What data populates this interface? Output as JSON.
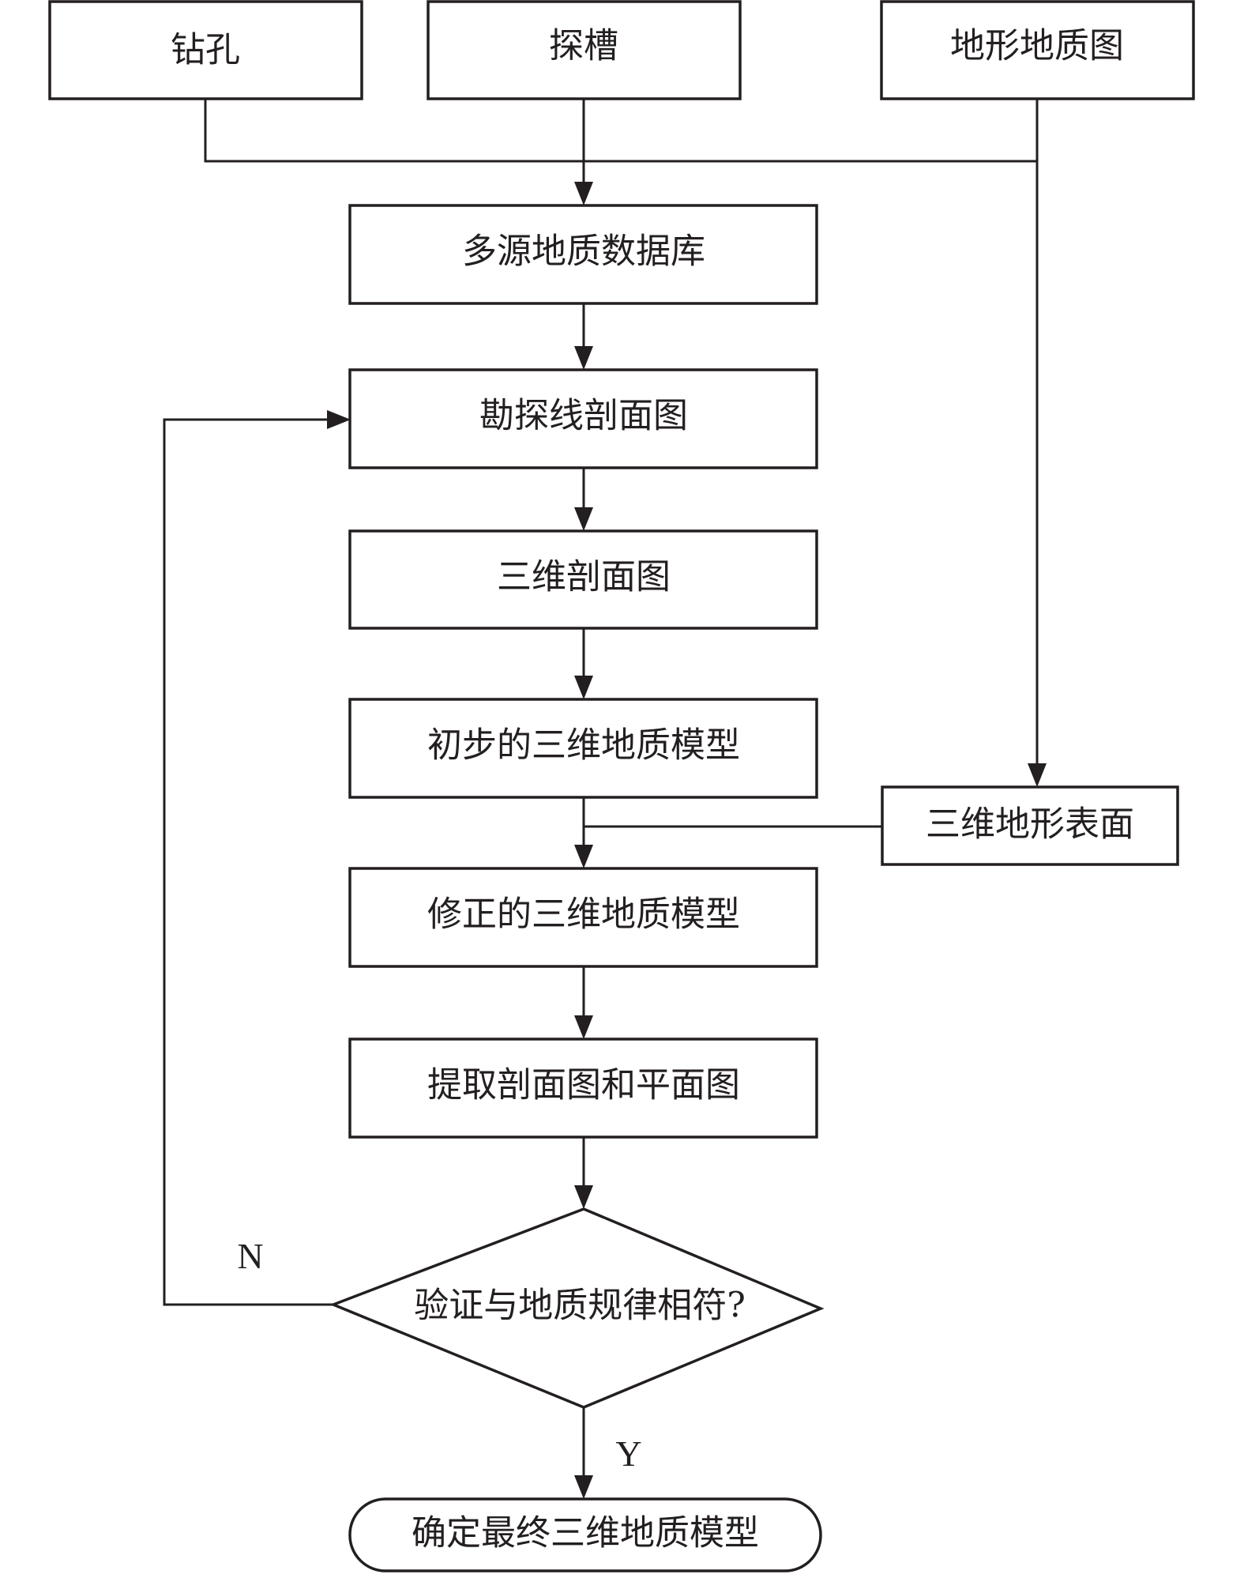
{
  "diagram": {
    "type": "flowchart",
    "nodes": {
      "drilling": "钻孔",
      "trench": "探槽",
      "topo_geo_map": "地形地质图",
      "multi_source_db": "多源地质数据库",
      "exploration_section": "勘探线剖面图",
      "section_3d": "三维剖面图",
      "initial_model": "初步的三维地质模型",
      "terrain_surface": "三维地形表面",
      "corrected_model": "修正的三维地质模型",
      "extract_sections": "提取剖面图和平面图",
      "decision": "验证与地质规律相符?",
      "final_model": "确定最终三维地质模型"
    },
    "edge_labels": {
      "no": "N",
      "yes": "Y"
    },
    "edges": [
      {
        "from": "drilling",
        "to": "multi_source_db"
      },
      {
        "from": "trench",
        "to": "multi_source_db"
      },
      {
        "from": "topo_geo_map",
        "to": "multi_source_db"
      },
      {
        "from": "topo_geo_map",
        "to": "terrain_surface"
      },
      {
        "from": "multi_source_db",
        "to": "exploration_section"
      },
      {
        "from": "exploration_section",
        "to": "section_3d"
      },
      {
        "from": "section_3d",
        "to": "initial_model"
      },
      {
        "from": "initial_model",
        "to": "corrected_model"
      },
      {
        "from": "terrain_surface",
        "to": "corrected_model"
      },
      {
        "from": "corrected_model",
        "to": "extract_sections"
      },
      {
        "from": "extract_sections",
        "to": "decision"
      },
      {
        "from": "decision",
        "to": "exploration_section",
        "label": "N"
      },
      {
        "from": "decision",
        "to": "final_model",
        "label": "Y"
      }
    ]
  }
}
